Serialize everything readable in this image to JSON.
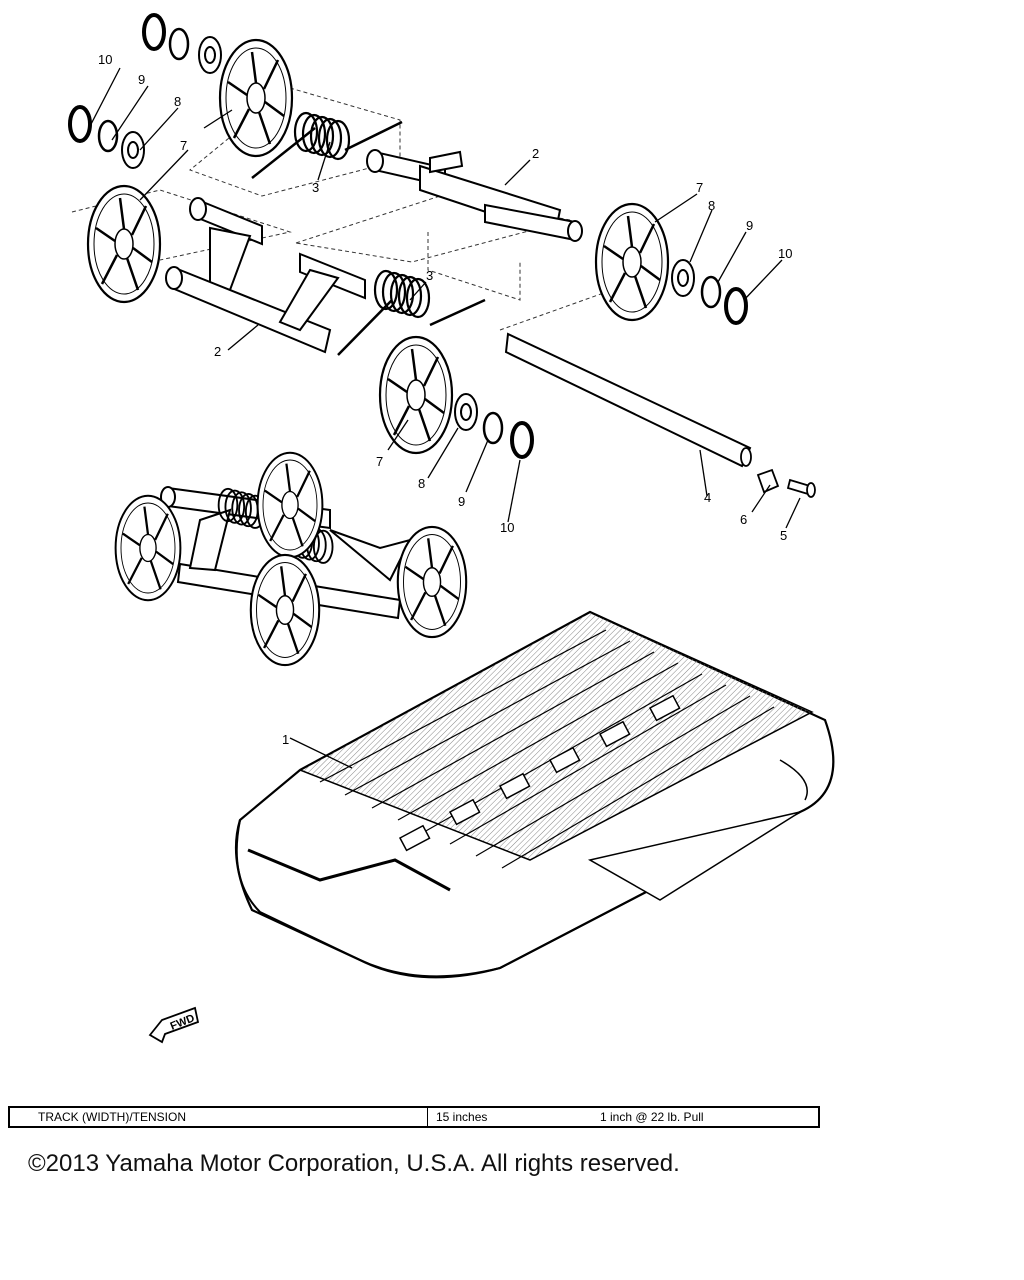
{
  "callouts": {
    "track": "1",
    "arm": "2",
    "spring": "3",
    "shaft": "4",
    "bolt": "5",
    "washer": "6",
    "wheel": "7",
    "bearing": "8",
    "circlip": "9",
    "cap": "10"
  },
  "fwd_label": "FWD",
  "spec_table": {
    "label": "TRACK (WIDTH)/TENSION",
    "width": "15 inches",
    "tension": "1 inch @ 22 lb. Pull"
  },
  "footer": {
    "copyright": "©2013 Yamaha Motor Corporation, U.S.A. All rights reserved."
  }
}
